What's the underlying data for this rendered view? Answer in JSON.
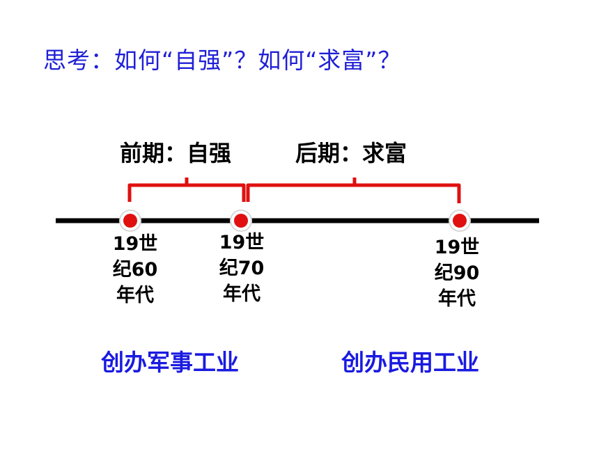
{
  "question": "思考：如何“自强”？如何“求富”？",
  "phases": {
    "early": "前期：自强",
    "late": "后期：求富"
  },
  "eras": [
    {
      "line1": "19世",
      "line2": "纪60",
      "line3": "年代"
    },
    {
      "line1": "19世",
      "line2": "纪70",
      "line3": "年代"
    },
    {
      "line1": "19世",
      "line2": "纪90",
      "line3": "年代"
    }
  ],
  "industries": {
    "military": "创办军事工业",
    "civil": "创办民用工业"
  },
  "colors": {
    "question_text": "#1f1fd6",
    "bracket": "#e01010",
    "dot": "#e01010",
    "axis": "#000000",
    "industry_text": "#1a1ae0"
  }
}
